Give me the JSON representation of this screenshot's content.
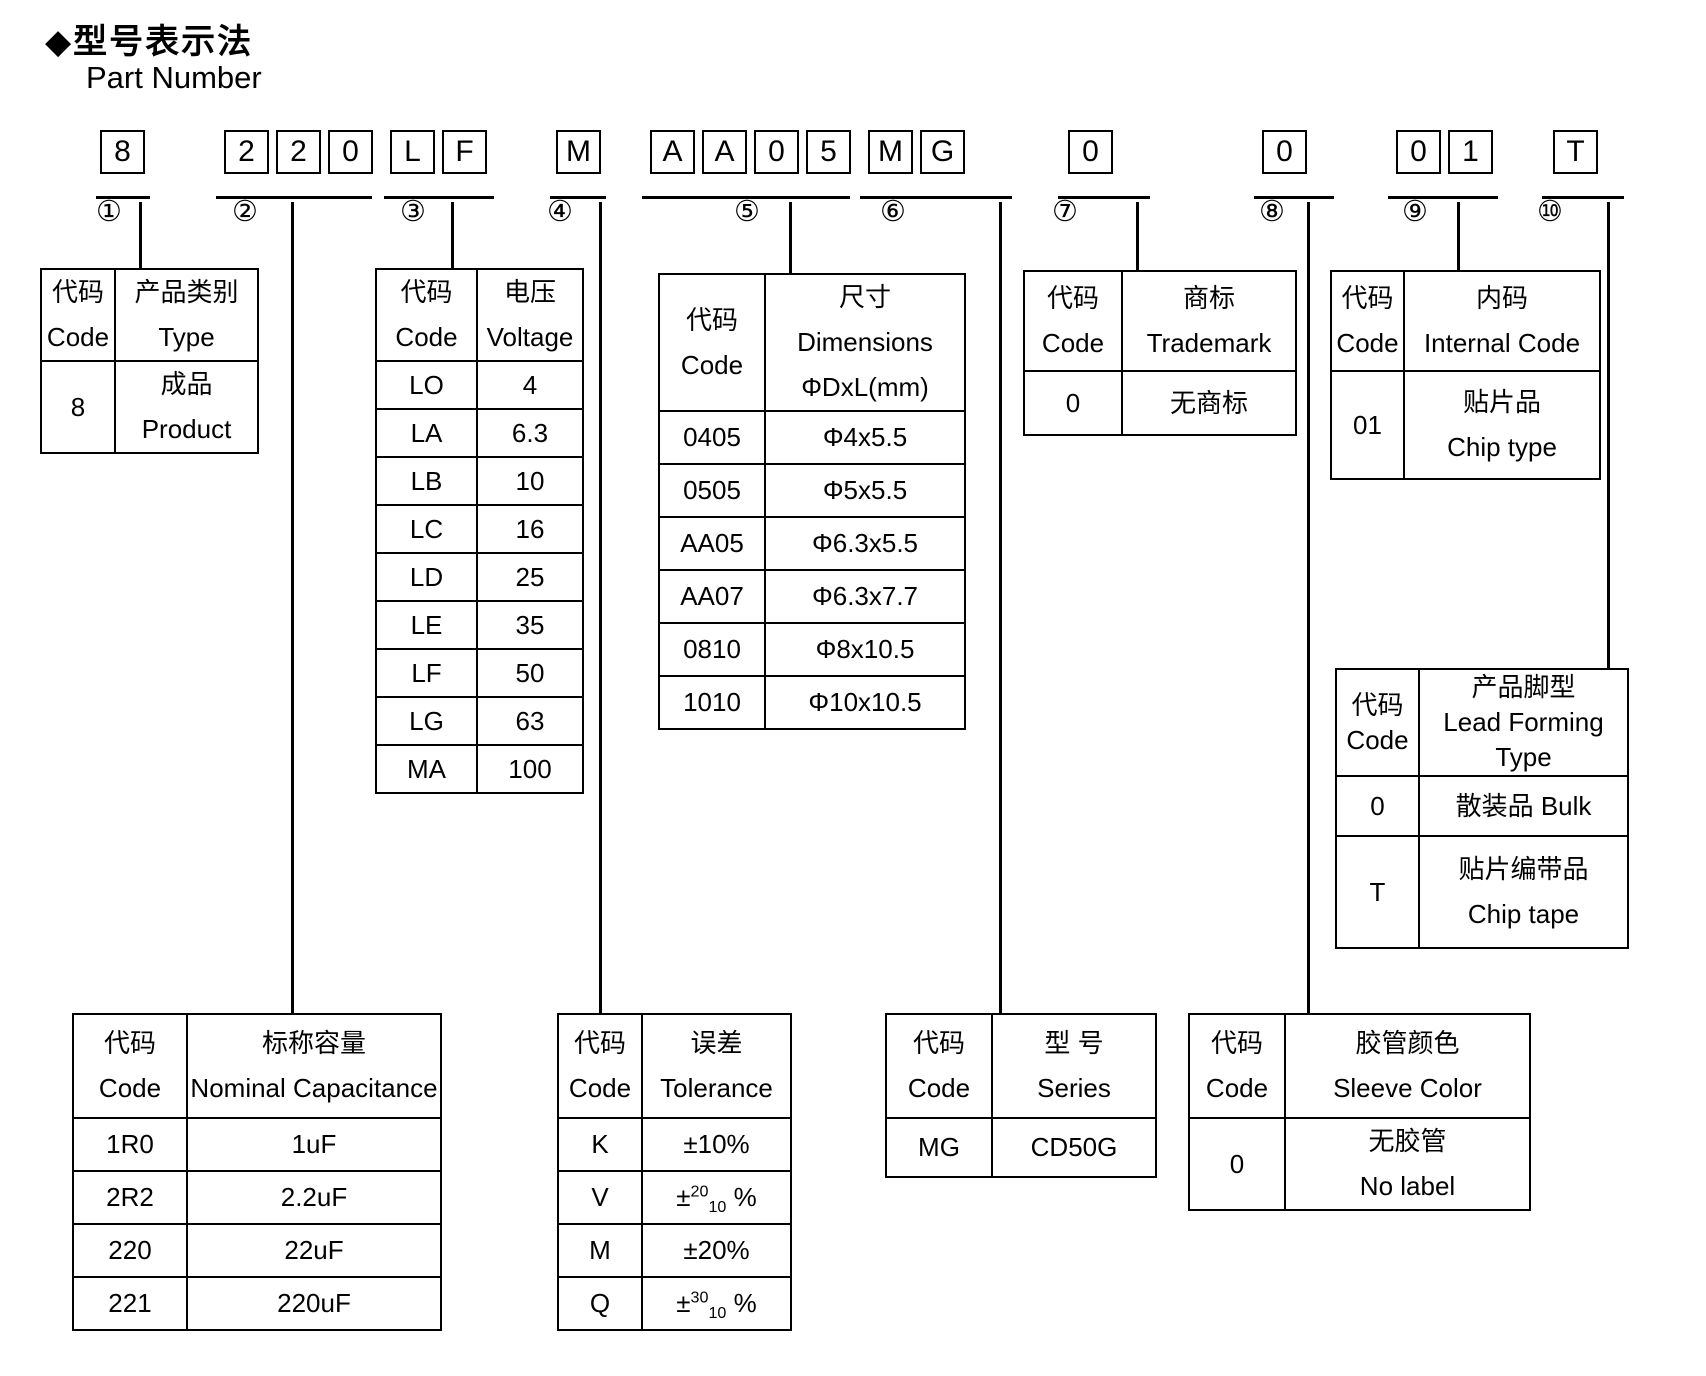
{
  "title_zh": "型号表示法",
  "title_en": "Part Number",
  "icons": {
    "diamond": "◆"
  },
  "part_number": {
    "groups": [
      {
        "circle": "①",
        "chars": [
          "8"
        ]
      },
      {
        "circle": "②",
        "chars": [
          "2",
          "2",
          "0"
        ]
      },
      {
        "circle": "③",
        "chars": [
          "L",
          "F"
        ]
      },
      {
        "circle": "④",
        "chars": [
          "M"
        ]
      },
      {
        "circle": "⑤",
        "chars": [
          "A",
          "A",
          "0",
          "5"
        ]
      },
      {
        "circle": "⑥",
        "chars": [
          "M",
          "G"
        ]
      },
      {
        "circle": "⑦",
        "chars": [
          "0"
        ]
      },
      {
        "circle": "⑧",
        "chars": [
          "0"
        ]
      },
      {
        "circle": "⑨",
        "chars": [
          "0",
          "1"
        ]
      },
      {
        "circle": "⑩",
        "chars": [
          "T"
        ]
      }
    ]
  },
  "tables": [
    {
      "key": "product",
      "headers": [
        "代码\nCode",
        "产品类别\nType"
      ],
      "rows": [
        [
          "8",
          "成品 Product"
        ]
      ]
    },
    {
      "key": "voltage",
      "headers": [
        "代码\nCode",
        "电压\nVoltage"
      ],
      "rows": [
        [
          "LO",
          "4"
        ],
        [
          "LA",
          "6.3"
        ],
        [
          "LB",
          "10"
        ],
        [
          "LC",
          "16"
        ],
        [
          "LD",
          "25"
        ],
        [
          "LE",
          "35"
        ],
        [
          "LF",
          "50"
        ],
        [
          "LG",
          "63"
        ],
        [
          "MA",
          "100"
        ]
      ]
    },
    {
      "key": "dimensions",
      "headers": [
        "代码\nCode",
        "尺寸 Dimensions\nΦDxL(mm)"
      ],
      "rows": [
        [
          "0405",
          "Φ4x5.5"
        ],
        [
          "0505",
          "Φ5x5.5"
        ],
        [
          "AA05",
          "Φ6.3x5.5"
        ],
        [
          "AA07",
          "Φ6.3x7.7"
        ],
        [
          "0810",
          "Φ8x10.5"
        ],
        [
          "1010",
          "Φ10x10.5"
        ]
      ]
    },
    {
      "key": "trademark",
      "headers": [
        "代码\nCode",
        "商标\nTrademark"
      ],
      "rows": [
        [
          "0",
          "无商标"
        ]
      ]
    },
    {
      "key": "internal",
      "headers": [
        "代码\nCode",
        "内码\nInternal Code"
      ],
      "rows": [
        [
          "01",
          "贴片品\nChip type"
        ]
      ]
    },
    {
      "key": "leadform",
      "headers": [
        "代码\nCode",
        "产品脚型\nLead Forming\nType"
      ],
      "rows": [
        [
          "0",
          "散装品 Bulk"
        ],
        [
          "T",
          "贴片编带品\nChip tape"
        ]
      ]
    },
    {
      "key": "capacitance",
      "headers": [
        "代码\nCode",
        "标称容量\nNominal Capacitance"
      ],
      "rows": [
        [
          "1R0",
          "1uF"
        ],
        [
          "2R2",
          "2.2uF"
        ],
        [
          "220",
          "22uF"
        ],
        [
          "221",
          "220uF"
        ]
      ]
    },
    {
      "key": "tolerance",
      "headers": [
        "代码\nCode",
        "误差\nTolerance"
      ],
      "rows": [
        [
          "K",
          "±10%"
        ],
        [
          "V",
          {
            "seg": [
              [
                "±",
                ""
              ],
              [
                "20",
                "sup"
              ],
              [
                "10",
                "sub"
              ],
              [
                " %",
                ""
              ]
            ]
          }
        ],
        [
          "M",
          "±20%"
        ],
        [
          "Q",
          {
            "seg": [
              [
                "±",
                ""
              ],
              [
                "30",
                "sup"
              ],
              [
                "10",
                "sub"
              ],
              [
                " %",
                ""
              ]
            ]
          }
        ]
      ]
    },
    {
      "key": "series",
      "headers": [
        "代码\nCode",
        "型 号\nSeries"
      ],
      "rows": [
        [
          "MG",
          "CD50G"
        ]
      ]
    },
    {
      "key": "sleeve",
      "headers": [
        "代码\nCode",
        "胶管颜色\nSleeve Color"
      ],
      "rows": [
        [
          "0",
          "无胶管\nNo label"
        ]
      ]
    }
  ]
}
